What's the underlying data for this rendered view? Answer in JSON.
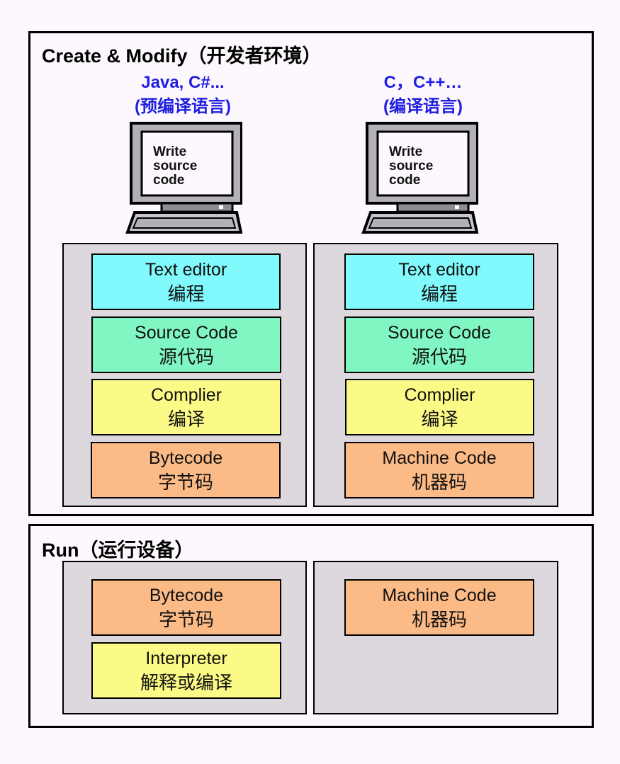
{
  "colors": {
    "background": "#fdf8fd",
    "panel": "#dcd8dd",
    "text_editor": "#80fafc",
    "source_code": "#80f7c2",
    "compiler": "#fbfa86",
    "interpreter": "#fbfa86",
    "bytecode": "#fbba86",
    "machine_code": "#fbba86",
    "language_label": "#1f1fe0"
  },
  "create": {
    "title": "Create & Modify（开发者环境）",
    "columns": [
      {
        "lang_line1": "Java, C#...",
        "lang_line2": "(预编译语言)",
        "monitor_text": [
          "Write",
          "source",
          "code"
        ],
        "blocks": [
          {
            "en": "Text editor",
            "zh": "编程",
            "kind": "text_editor"
          },
          {
            "en": "Source Code",
            "zh": "源代码",
            "kind": "source_code"
          },
          {
            "en": "Complier",
            "zh": "编译",
            "kind": "compiler"
          },
          {
            "en": "Bytecode",
            "zh": "字节码",
            "kind": "bytecode"
          }
        ]
      },
      {
        "lang_line1": "C，C++…",
        "lang_line2": "(编译语言)",
        "monitor_text": [
          "Write",
          "source",
          "code"
        ],
        "blocks": [
          {
            "en": "Text editor",
            "zh": "编程",
            "kind": "text_editor"
          },
          {
            "en": "Source Code",
            "zh": "源代码",
            "kind": "source_code"
          },
          {
            "en": "Complier",
            "zh": "编译",
            "kind": "compiler"
          },
          {
            "en": "Machine Code",
            "zh": "机器码",
            "kind": "machine_code"
          }
        ]
      }
    ]
  },
  "run": {
    "title": "Run（运行设备）",
    "columns": [
      {
        "blocks": [
          {
            "en": "Bytecode",
            "zh": "字节码",
            "kind": "bytecode"
          },
          {
            "en": "Interpreter",
            "zh": "解释或编译",
            "kind": "interpreter"
          }
        ]
      },
      {
        "blocks": [
          {
            "en": "Machine Code",
            "zh": "机器码",
            "kind": "machine_code"
          }
        ]
      }
    ]
  }
}
